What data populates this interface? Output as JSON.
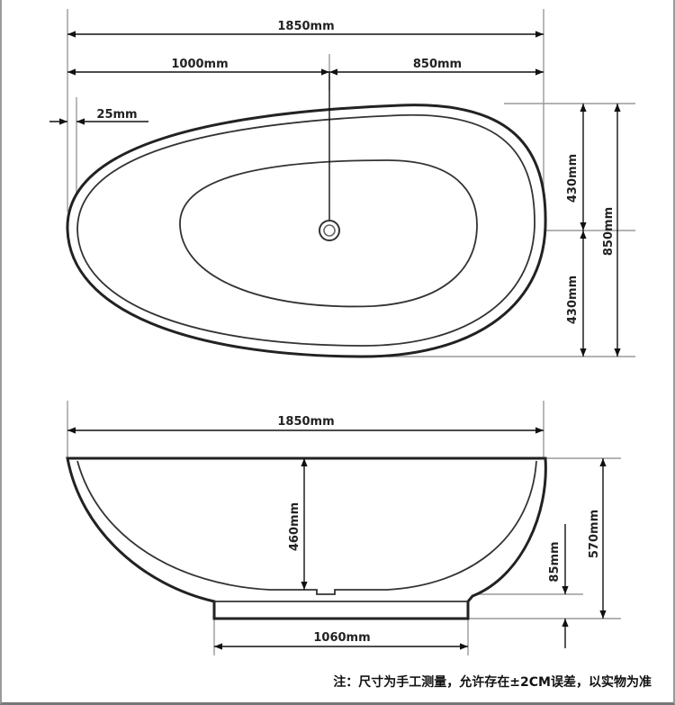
{
  "top_view": {
    "total_length": "1850mm",
    "left_to_drain": "1000mm",
    "drain_to_right": "850mm",
    "wall_thickness": "25mm",
    "half_width_upper": "430mm",
    "half_width_lower": "430mm",
    "total_width": "850mm"
  },
  "side_view": {
    "total_length": "1850mm",
    "inner_depth": "460mm",
    "total_height": "570mm",
    "base_height": "85mm",
    "base_length": "1060mm"
  },
  "note": "注：尺寸为手工测量，允许存在±2CM误差，以实物为准"
}
